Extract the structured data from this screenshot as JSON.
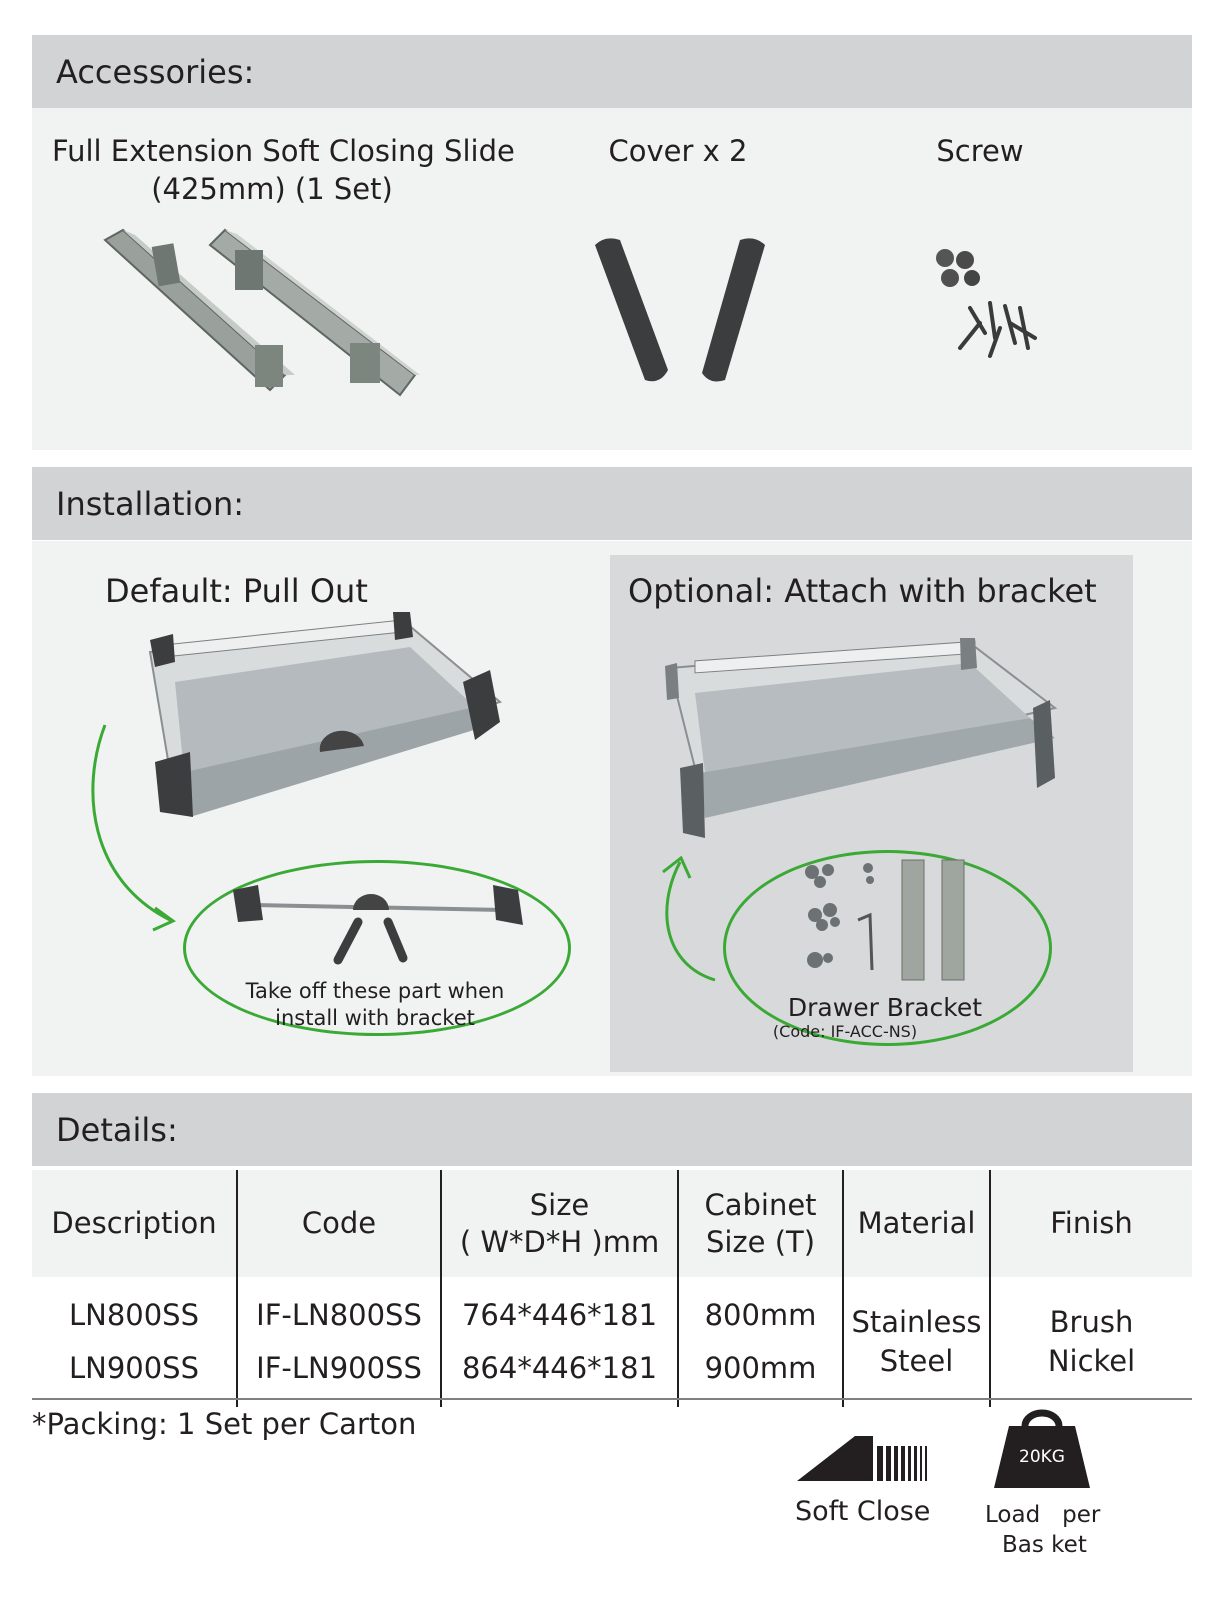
{
  "accessories": {
    "title": "Accessories:",
    "items": [
      {
        "line1": "Full Extension Soft Closing Slide",
        "line2": "(425mm) (1 Set)"
      },
      {
        "line1": "Cover x 2"
      },
      {
        "line1": "Screw"
      }
    ]
  },
  "installation": {
    "title": "Installation:",
    "default_label": "Default: Pull Out",
    "optional_label": "Optional: Attach with bracket",
    "takeoff_line1": "Take off these part when",
    "takeoff_line2": "install with bracket",
    "bracket_name": "Drawer Bracket",
    "bracket_code": "(Code: IF-ACC-NS)"
  },
  "details": {
    "title": "Details:",
    "headers": {
      "description": "Description",
      "code": "Code",
      "size_line1": "Size",
      "size_line2": "( W*D*H )mm",
      "cabinet_line1": "Cabinet",
      "cabinet_line2": "Size (T)",
      "material": "Material",
      "finish": "Finish"
    },
    "rows": [
      {
        "description": "LN800SS",
        "code": "IF-LN800SS",
        "size": "764*446*181",
        "cabinet": "800mm"
      },
      {
        "description": "LN900SS",
        "code": "IF-LN900SS",
        "size": "864*446*181",
        "cabinet": "900mm"
      }
    ],
    "material_line1": "Stainless",
    "material_line2": "Steel",
    "finish_line1": "Brush",
    "finish_line2": "Nickel"
  },
  "packing_note": "*Packing: 1 Set per Carton",
  "badges": {
    "soft_close": "Soft Close",
    "weight_value": "20KG",
    "load_line1": "Load   per",
    "load_line2": "Bas ket"
  },
  "colors": {
    "header_bar": "#d1d3d4",
    "panel_bg": "#f1f2f2",
    "optional_bg": "#d8d9da",
    "accent_green": "#3aa935",
    "text": "#231f20"
  }
}
